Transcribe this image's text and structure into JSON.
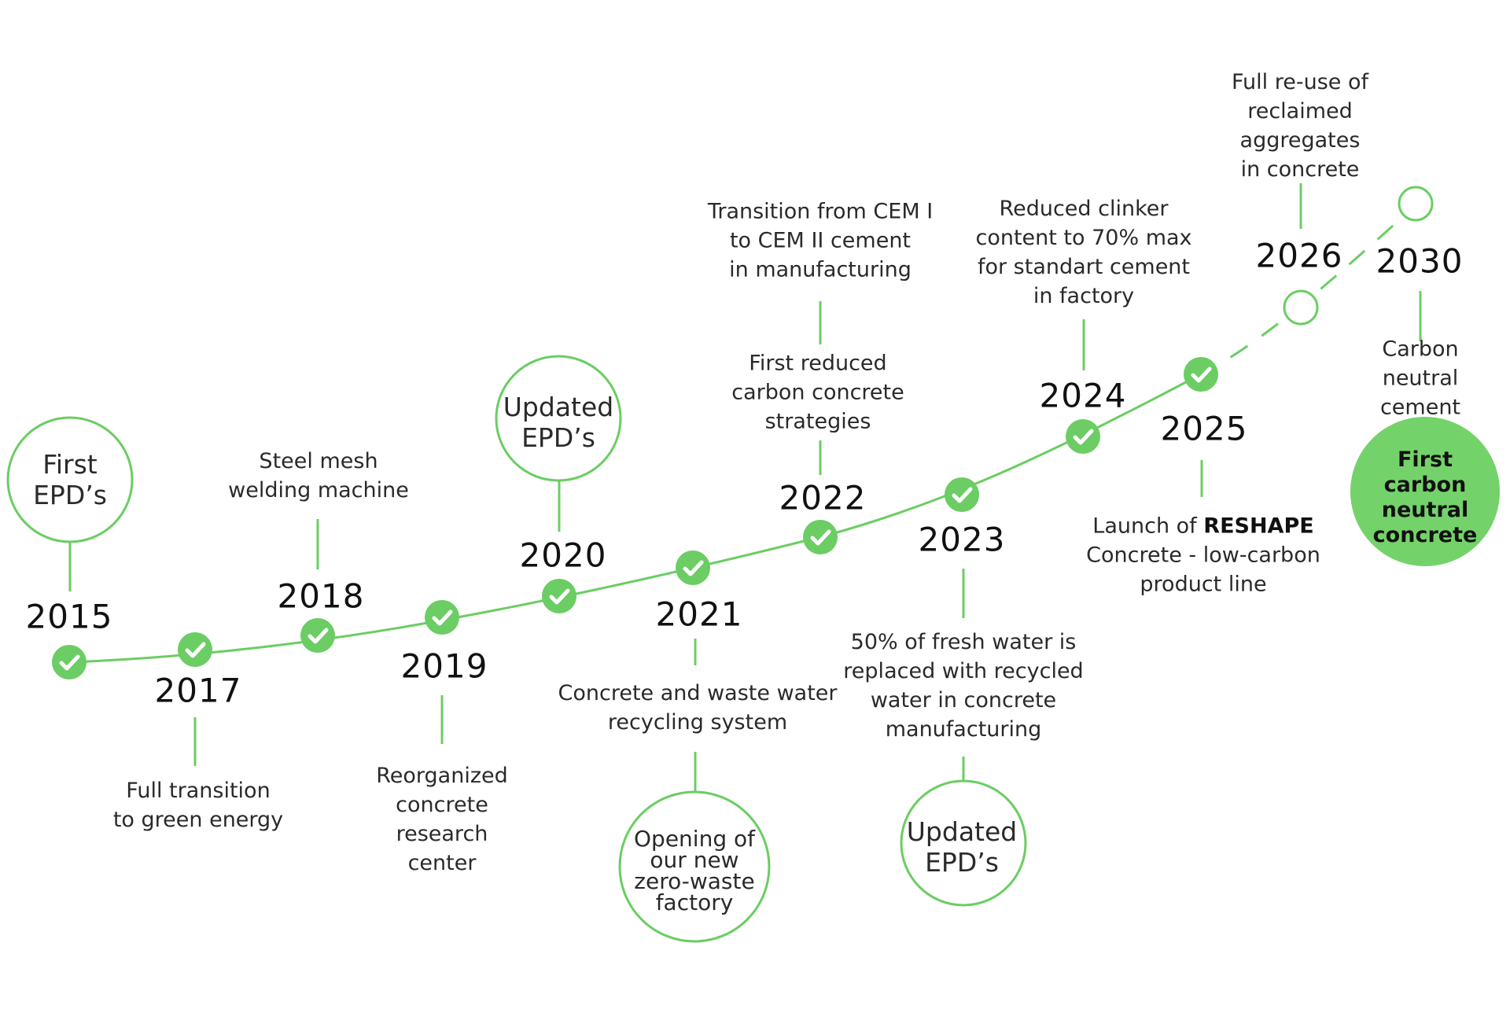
{
  "colors": {
    "accent": "#6bcd63",
    "accent_fill": "#74d26a",
    "text": "#1e1e1e"
  },
  "milestones": [
    {
      "year": "2015",
      "completed": true,
      "circle_text": "First\nEPD’s"
    },
    {
      "year": "2017",
      "completed": true,
      "label": "Full transition\nto green energy"
    },
    {
      "year": "2018",
      "completed": true,
      "label": "Steel mesh\nwelding machine"
    },
    {
      "year": "2019",
      "completed": true,
      "label": "Reorganized\nconcrete\nresearch\ncenter"
    },
    {
      "year": "2020",
      "completed": true,
      "circle_text": "Updated\nEPD’s"
    },
    {
      "year": "2021",
      "completed": true,
      "label": "Concrete and waste water\nrecycling system",
      "circle_text": "Opening of\nour new\nzero-waste\nfactory"
    },
    {
      "year": "2022",
      "completed": true,
      "label": "First reduced\ncarbon concrete\nstrategies",
      "label_top": "Transition from CEM I\nto CEM II cement\nin manufacturing"
    },
    {
      "year": "2023",
      "completed": true,
      "label": "50% of fresh water is\nreplaced with recycled\nwater in concrete\nmanufacturing",
      "circle_text": "Updated\nEPD’s"
    },
    {
      "year": "2024",
      "completed": true,
      "label": "Reduced clinker\ncontent to 70% max\nfor standart cement\nin factory"
    },
    {
      "year": "2025",
      "completed": true,
      "label_prefix": "Launch of ",
      "label_bold": "RESHAPE",
      "label_rest": "\nConcrete - low-carbon\nproduct line"
    },
    {
      "year": "2026",
      "completed": false,
      "label": "Full re-use of\nreclaimed aggregates\nin concrete"
    },
    {
      "year": "2030",
      "completed": false,
      "label": "Carbon neutral\ncement",
      "filled_circle_text": "First carbon\nneutral\nconcrete"
    }
  ]
}
